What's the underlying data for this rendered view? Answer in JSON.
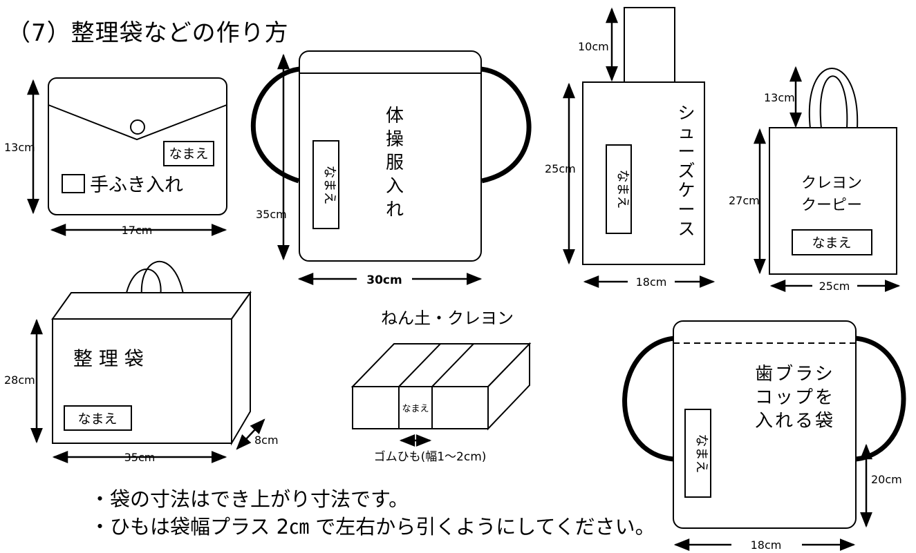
{
  "title": "（7）整理袋などの作り方",
  "notes": [
    "・袋の寸法はでき上がり寸法です。",
    "・ひもは袋幅プラス 2㎝ で左右から引くようにしてください。"
  ],
  "name_tag": "なまえ",
  "items": {
    "tenugui": {
      "label": "手ふき入れ",
      "height": "13cm",
      "width": "17cm"
    },
    "taisofuku": {
      "label": [
        "体",
        "操",
        "服",
        "入",
        "れ"
      ],
      "height": "35cm",
      "width": "30cm"
    },
    "shoes": {
      "label": [
        "シ",
        "ュ",
        "ー",
        "ズ",
        "ケ",
        "ー",
        "ス"
      ],
      "handle": "10cm",
      "height": "25cm",
      "width": "18cm"
    },
    "crayon_bag": {
      "label": [
        "クレヨン",
        "クーピー"
      ],
      "handle": "13cm",
      "height": "27cm",
      "width": "25cm"
    },
    "seiri": {
      "label": "整 理 袋",
      "height": "28cm",
      "width": "35cm",
      "depth": "8cm"
    },
    "nendo": {
      "title": "ねん土・クレヨン",
      "band": "ゴムひも(幅1〜2cm)"
    },
    "toothbrush": {
      "label": [
        "歯ブラシ",
        "コップを",
        "入れる袋"
      ],
      "height": "20cm",
      "width": "18cm"
    }
  }
}
